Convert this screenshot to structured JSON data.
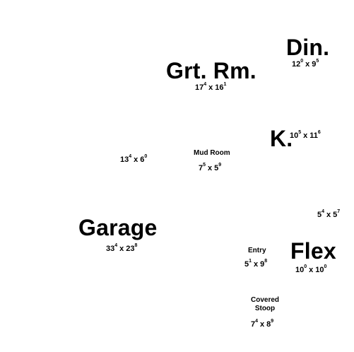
{
  "rooms": {
    "din": {
      "label": "Din.",
      "w": "12",
      "w_frac": "0",
      "h": "9",
      "h_frac": "5"
    },
    "grt_rm": {
      "label": "Grt. Rm.",
      "w": "17",
      "w_frac": "4",
      "h": "16",
      "h_frac": "1"
    },
    "k": {
      "label": "K.",
      "w": "10",
      "w_frac": "5",
      "h": "11",
      "h_frac": "6"
    },
    "mud_room": {
      "label": "Mud Room",
      "w": "7",
      "w_frac": "5",
      "h": "5",
      "h_frac": "9"
    },
    "unlabeled_room": {
      "w": "13",
      "w_frac": "4",
      "h": "6",
      "h_frac": "0"
    },
    "east_room": {
      "w": "5",
      "w_frac": "4",
      "h": "5",
      "h_frac": "7"
    },
    "garage": {
      "label": "Garage",
      "w": "33",
      "w_frac": "4",
      "h": "23",
      "h_frac": "8"
    },
    "entry": {
      "label": "Entry",
      "w": "5",
      "w_frac": "1",
      "h": "9",
      "h_frac": "8"
    },
    "flex": {
      "label": "Flex",
      "w": "10",
      "w_frac": "0",
      "h": "10",
      "h_frac": "0"
    },
    "covered_stoop": {
      "label_line1": "Covered",
      "label_line2": "Stoop",
      "w": "7",
      "w_frac": "4",
      "h": "8",
      "h_frac": "9"
    }
  },
  "separator": "x"
}
